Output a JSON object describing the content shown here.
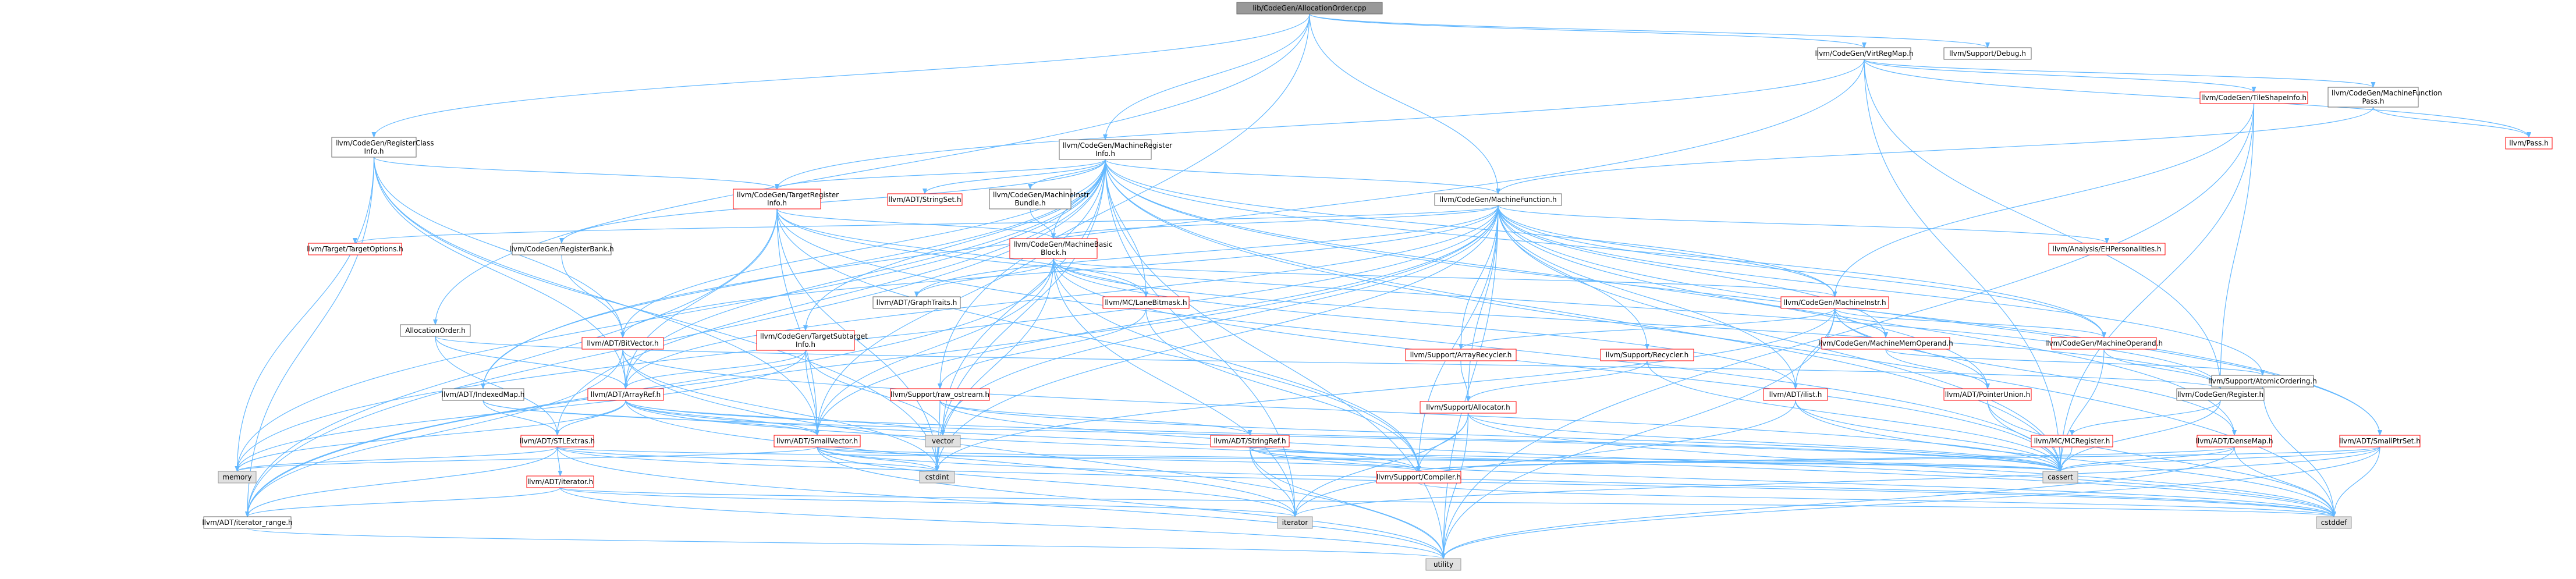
{
  "diagram": {
    "kind": "include-dependency-graph",
    "colors": {
      "root_fill": "#999999",
      "file_fill": "#ffffff",
      "file_border": "#666666",
      "missing_border": "#ff0000",
      "system_fill": "#e0e0e0",
      "system_border": "#999999",
      "edge": "#63b8ff"
    },
    "nodes": [
      {
        "id": "root",
        "style": "root",
        "lines": [
          "lib/CodeGen/AllocationOrder.cpp"
        ]
      },
      {
        "id": "allocorder",
        "style": "file",
        "lines": [
          "AllocationOrder.h"
        ]
      },
      {
        "id": "vrm",
        "style": "file",
        "lines": [
          "llvm/CodeGen/VirtRegMap.h"
        ]
      },
      {
        "id": "debug",
        "style": "file",
        "lines": [
          "llvm/Support/Debug.h"
        ]
      },
      {
        "id": "rci",
        "style": "file",
        "lines": [
          "llvm/CodeGen/RegisterClass",
          "Info.h"
        ]
      },
      {
        "id": "mri",
        "style": "file",
        "lines": [
          "llvm/CodeGen/MachineRegister",
          "Info.h"
        ]
      },
      {
        "id": "tsi",
        "style": "missing",
        "lines": [
          "llvm/CodeGen/TileShapeInfo.h"
        ]
      },
      {
        "id": "mfp",
        "style": "file",
        "lines": [
          "llvm/CodeGen/MachineFunction",
          "Pass.h"
        ]
      },
      {
        "id": "pass",
        "style": "missing",
        "lines": [
          "llvm/Pass.h"
        ]
      },
      {
        "id": "tri",
        "style": "missing",
        "lines": [
          "llvm/CodeGen/TargetRegister",
          "Info.h"
        ]
      },
      {
        "id": "strset",
        "style": "missing",
        "lines": [
          "llvm/ADT/StringSet.h"
        ]
      },
      {
        "id": "mib",
        "style": "file",
        "lines": [
          "llvm/CodeGen/MachineInstr",
          "Bundle.h"
        ]
      },
      {
        "id": "mf",
        "style": "file",
        "lines": [
          "llvm/CodeGen/MachineFunction.h"
        ]
      },
      {
        "id": "tto",
        "style": "missing",
        "lines": [
          "llvm/Target/TargetOptions.h"
        ]
      },
      {
        "id": "rb",
        "style": "file",
        "lines": [
          "llvm/CodeGen/RegisterBank.h"
        ]
      },
      {
        "id": "mbb",
        "style": "missing",
        "lines": [
          "llvm/CodeGen/MachineBasic",
          "Block.h"
        ]
      },
      {
        "id": "graphtraits",
        "style": "file",
        "lines": [
          "llvm/ADT/GraphTraits.h"
        ]
      },
      {
        "id": "lanebm",
        "style": "missing",
        "lines": [
          "llvm/MC/LaneBitmask.h"
        ]
      },
      {
        "id": "ehp",
        "style": "missing",
        "lines": [
          "llvm/Analysis/EHPersonalities.h"
        ]
      },
      {
        "id": "bitvec",
        "style": "missing",
        "lines": [
          "llvm/ADT/BitVector.h"
        ]
      },
      {
        "id": "tsub",
        "style": "missing",
        "lines": [
          "llvm/CodeGen/TargetSubtarget",
          "Info.h"
        ]
      },
      {
        "id": "mi",
        "style": "missing",
        "lines": [
          "llvm/CodeGen/MachineInstr.h"
        ]
      },
      {
        "id": "arecycler",
        "style": "missing",
        "lines": [
          "llvm/Support/ArrayRecycler.h"
        ]
      },
      {
        "id": "recycler",
        "style": "missing",
        "lines": [
          "llvm/Support/Recycler.h"
        ]
      },
      {
        "id": "mmo",
        "style": "missing",
        "lines": [
          "llvm/CodeGen/MachineMemOperand.h"
        ]
      },
      {
        "id": "mop",
        "style": "missing",
        "lines": [
          "llvm/CodeGen/MachineOperand.h"
        ]
      },
      {
        "id": "atomic",
        "style": "file",
        "lines": [
          "llvm/Support/AtomicOrdering.h"
        ]
      },
      {
        "id": "indexedmap",
        "style": "file",
        "lines": [
          "llvm/ADT/IndexedMap.h"
        ]
      },
      {
        "id": "arrayref",
        "style": "missing",
        "lines": [
          "llvm/ADT/ArrayRef.h"
        ]
      },
      {
        "id": "rawostream",
        "style": "missing",
        "lines": [
          "llvm/Support/raw_ostream.h"
        ]
      },
      {
        "id": "allocator",
        "style": "missing",
        "lines": [
          "llvm/Support/Allocator.h"
        ]
      },
      {
        "id": "ilist",
        "style": "missing",
        "lines": [
          "llvm/ADT/ilist.h"
        ]
      },
      {
        "id": "ptrunion",
        "style": "missing",
        "lines": [
          "llvm/ADT/PointerUnion.h"
        ]
      },
      {
        "id": "register",
        "style": "file",
        "lines": [
          "llvm/CodeGen/Register.h"
        ]
      },
      {
        "id": "stlextras",
        "style": "missing",
        "lines": [
          "llvm/ADT/STLExtras.h"
        ]
      },
      {
        "id": "smallvec",
        "style": "missing",
        "lines": [
          "llvm/ADT/SmallVector.h"
        ]
      },
      {
        "id": "vector",
        "style": "system",
        "lines": [
          "vector"
        ]
      },
      {
        "id": "stringref",
        "style": "missing",
        "lines": [
          "llvm/ADT/StringRef.h"
        ]
      },
      {
        "id": "mcreg",
        "style": "missing",
        "lines": [
          "llvm/MC/MCRegister.h"
        ]
      },
      {
        "id": "densemap",
        "style": "missing",
        "lines": [
          "llvm/ADT/DenseMap.h"
        ]
      },
      {
        "id": "smallptrset",
        "style": "missing",
        "lines": [
          "llvm/ADT/SmallPtrSet.h"
        ]
      },
      {
        "id": "memory",
        "style": "system",
        "lines": [
          "memory"
        ]
      },
      {
        "id": "adtiter",
        "style": "missing",
        "lines": [
          "llvm/ADT/iterator.h"
        ]
      },
      {
        "id": "cstdint",
        "style": "system",
        "lines": [
          "cstdint"
        ]
      },
      {
        "id": "compiler",
        "style": "missing",
        "lines": [
          "llvm/Support/Compiler.h"
        ]
      },
      {
        "id": "cassert",
        "style": "system",
        "lines": [
          "cassert"
        ]
      },
      {
        "id": "iterrange",
        "style": "file",
        "lines": [
          "llvm/ADT/iterator_range.h"
        ]
      },
      {
        "id": "iterator",
        "style": "system",
        "lines": [
          "iterator"
        ]
      },
      {
        "id": "cstddef",
        "style": "system",
        "lines": [
          "cstddef"
        ]
      },
      {
        "id": "utility",
        "style": "system",
        "lines": [
          "utility"
        ]
      }
    ],
    "edges": [
      [
        "root",
        "allocorder"
      ],
      [
        "root",
        "vrm"
      ],
      [
        "root",
        "debug"
      ],
      [
        "root",
        "rci"
      ],
      [
        "root",
        "mri"
      ],
      [
        "root",
        "mf"
      ],
      [
        "root",
        "rawostream"
      ],
      [
        "vrm",
        "tsi"
      ],
      [
        "vrm",
        "mfp"
      ],
      [
        "vrm",
        "pass"
      ],
      [
        "vrm",
        "tri"
      ],
      [
        "vrm",
        "indexedmap"
      ],
      [
        "vrm",
        "register"
      ],
      [
        "vrm",
        "cassert"
      ],
      [
        "tsi",
        "mi"
      ],
      [
        "tsi",
        "register"
      ],
      [
        "tsi",
        "cassert"
      ],
      [
        "tsi",
        "utility"
      ],
      [
        "mfp",
        "mf"
      ],
      [
        "mfp",
        "pass"
      ],
      [
        "allocorder",
        "arrayref"
      ],
      [
        "allocorder",
        "stlextras"
      ],
      [
        "allocorder",
        "register"
      ],
      [
        "rci",
        "bitvec"
      ],
      [
        "rci",
        "tri"
      ],
      [
        "rci",
        "arrayref"
      ],
      [
        "rci",
        "smallvec"
      ],
      [
        "rci",
        "cstdint"
      ],
      [
        "rci",
        "memory"
      ],
      [
        "rci",
        "iterrange"
      ],
      [
        "mri",
        "bitvec"
      ],
      [
        "mri",
        "indexedmap"
      ],
      [
        "mri",
        "ptrunion"
      ],
      [
        "mri",
        "stlextras"
      ],
      [
        "mri",
        "smallvec"
      ],
      [
        "mri",
        "strset"
      ],
      [
        "mri",
        "mib"
      ],
      [
        "mri",
        "mbb"
      ],
      [
        "mri",
        "mf"
      ],
      [
        "mri",
        "mi"
      ],
      [
        "mri",
        "mop"
      ],
      [
        "mri",
        "rb"
      ],
      [
        "mri",
        "tri"
      ],
      [
        "mri",
        "tsub"
      ],
      [
        "mri",
        "lanebm"
      ],
      [
        "mri",
        "iterrange"
      ],
      [
        "mri",
        "memory"
      ],
      [
        "mri",
        "utility"
      ],
      [
        "mri",
        "vector"
      ],
      [
        "mri",
        "cassert"
      ],
      [
        "mri",
        "cstddef"
      ],
      [
        "mri",
        "cstdint"
      ],
      [
        "mri",
        "iterator"
      ],
      [
        "mri",
        "smallptrset"
      ],
      [
        "mri",
        "arrayref"
      ],
      [
        "mib",
        "mbb"
      ],
      [
        "tri",
        "arrayref"
      ],
      [
        "tri",
        "smallvec"
      ],
      [
        "tri",
        "iterrange"
      ],
      [
        "tri",
        "mbb"
      ],
      [
        "tri",
        "register"
      ],
      [
        "tri",
        "lanebm"
      ],
      [
        "tri",
        "compiler"
      ],
      [
        "tri",
        "cassert"
      ],
      [
        "tri",
        "cstdint"
      ],
      [
        "mf",
        "arrayref"
      ],
      [
        "mf",
        "bitvec"
      ],
      [
        "mf",
        "densemap"
      ],
      [
        "mf",
        "graphtraits"
      ],
      [
        "mf",
        "smallvec"
      ],
      [
        "mf",
        "ilist"
      ],
      [
        "mf",
        "iterrange"
      ],
      [
        "mf",
        "ehp"
      ],
      [
        "mf",
        "mbb"
      ],
      [
        "mf",
        "mi"
      ],
      [
        "mf",
        "mmo"
      ],
      [
        "mf",
        "arecycler"
      ],
      [
        "mf",
        "atomic"
      ],
      [
        "mf",
        "compiler"
      ],
      [
        "mf",
        "recycler"
      ],
      [
        "mf",
        "tto"
      ],
      [
        "mf",
        "cassert"
      ],
      [
        "mf",
        "cstdint"
      ],
      [
        "mf",
        "memory"
      ],
      [
        "mf",
        "utility"
      ],
      [
        "mf",
        "vector"
      ],
      [
        "mf",
        "allocator"
      ],
      [
        "mf",
        "smallptrset"
      ],
      [
        "mf",
        "mop"
      ],
      [
        "mbb",
        "graphtraits"
      ],
      [
        "mbb",
        "smallvec"
      ],
      [
        "mbb",
        "ilist"
      ],
      [
        "mbb",
        "iterrange"
      ],
      [
        "mbb",
        "mi"
      ],
      [
        "mbb",
        "register"
      ],
      [
        "mbb",
        "lanebm"
      ],
      [
        "mbb",
        "compiler"
      ],
      [
        "mbb",
        "cassert"
      ],
      [
        "mbb",
        "cstdint"
      ],
      [
        "mbb",
        "iterator"
      ],
      [
        "mbb",
        "string_none"
      ],
      [
        "rb",
        "bitvec"
      ],
      [
        "tsub",
        "arrayref"
      ],
      [
        "tsub",
        "smallvec"
      ],
      [
        "tsub",
        "vector"
      ],
      [
        "tsub",
        "memory"
      ],
      [
        "lanebm",
        "compiler"
      ],
      [
        "lanebm",
        "rawostream"
      ],
      [
        "mi",
        "densemap"
      ],
      [
        "mi",
        "ptrunion"
      ],
      [
        "mi",
        "ilist"
      ],
      [
        "mi",
        "arecycler"
      ],
      [
        "mi",
        "mmo"
      ],
      [
        "mi",
        "mop"
      ],
      [
        "mi",
        "cstdint"
      ],
      [
        "mi",
        "utility"
      ],
      [
        "arecycler",
        "allocator"
      ],
      [
        "recycler",
        "allocator"
      ],
      [
        "recycler",
        "cassert"
      ],
      [
        "mmo",
        "ptrunion"
      ],
      [
        "mmo",
        "atomic"
      ],
      [
        "mop",
        "register"
      ],
      [
        "mop",
        "cassert"
      ],
      [
        "bitvec",
        "arrayref"
      ],
      [
        "bitvec",
        "iterrange"
      ],
      [
        "bitvec",
        "cassert"
      ],
      [
        "bitvec",
        "utility"
      ],
      [
        "bitvec",
        "cstdint"
      ],
      [
        "indexedmap",
        "stlextras"
      ],
      [
        "indexedmap",
        "smallvec"
      ],
      [
        "indexedmap",
        "cassert"
      ],
      [
        "arrayref",
        "stlextras"
      ],
      [
        "arrayref",
        "smallvec"
      ],
      [
        "arrayref",
        "compiler"
      ],
      [
        "arrayref",
        "cassert"
      ],
      [
        "arrayref",
        "cstddef"
      ],
      [
        "arrayref",
        "iterator"
      ],
      [
        "arrayref",
        "memory"
      ],
      [
        "arrayref",
        "vector"
      ],
      [
        "rawostream",
        "stringref"
      ],
      [
        "rawostream",
        "cassert"
      ],
      [
        "rawostream",
        "cstddef"
      ],
      [
        "rawostream",
        "cstdint"
      ],
      [
        "allocator",
        "compiler"
      ],
      [
        "allocator",
        "cassert"
      ],
      [
        "allocator",
        "cstddef"
      ],
      [
        "allocator",
        "iterator"
      ],
      [
        "allocator",
        "utility"
      ],
      [
        "ilist",
        "cassert"
      ],
      [
        "ilist",
        "cstddef"
      ],
      [
        "ilist",
        "iterator"
      ],
      [
        "ptrunion",
        "cassert"
      ],
      [
        "ptrunion",
        "cstddef"
      ],
      [
        "register",
        "mcreg"
      ],
      [
        "register",
        "cassert"
      ],
      [
        "mcreg",
        "cassert"
      ],
      [
        "stlextras",
        "adtiter"
      ],
      [
        "stlextras",
        "iterrange"
      ],
      [
        "stlextras",
        "cassert"
      ],
      [
        "stlextras",
        "cstddef"
      ],
      [
        "stlextras",
        "cstdint"
      ],
      [
        "stlextras",
        "memory"
      ],
      [
        "stlextras",
        "utility"
      ],
      [
        "smallvec",
        "compiler"
      ],
      [
        "smallvec",
        "cassert"
      ],
      [
        "smallvec",
        "cstddef"
      ],
      [
        "smallvec",
        "cstdint"
      ],
      [
        "smallvec",
        "iterator"
      ],
      [
        "smallvec",
        "memory"
      ],
      [
        "smallvec",
        "utility"
      ],
      [
        "stringref",
        "compiler"
      ],
      [
        "stringref",
        "cassert"
      ],
      [
        "stringref",
        "cstddef"
      ],
      [
        "stringref",
        "iterator"
      ],
      [
        "stringref",
        "utility"
      ],
      [
        "densemap",
        "compiler"
      ],
      [
        "densemap",
        "cassert"
      ],
      [
        "densemap",
        "cstddef"
      ],
      [
        "densemap",
        "utility"
      ],
      [
        "smallptrset",
        "compiler"
      ],
      [
        "smallptrset",
        "cassert"
      ],
      [
        "smallptrset",
        "cstddef"
      ],
      [
        "smallptrset",
        "iterator"
      ],
      [
        "smallptrset",
        "utility"
      ],
      [
        "adtiter",
        "iterrange"
      ],
      [
        "adtiter",
        "cstddef"
      ],
      [
        "adtiter",
        "iterator"
      ],
      [
        "adtiter",
        "utility"
      ],
      [
        "compiler",
        "cstddef"
      ],
      [
        "iterrange",
        "utility"
      ],
      [
        "atomic",
        "cstddef"
      ]
    ]
  }
}
